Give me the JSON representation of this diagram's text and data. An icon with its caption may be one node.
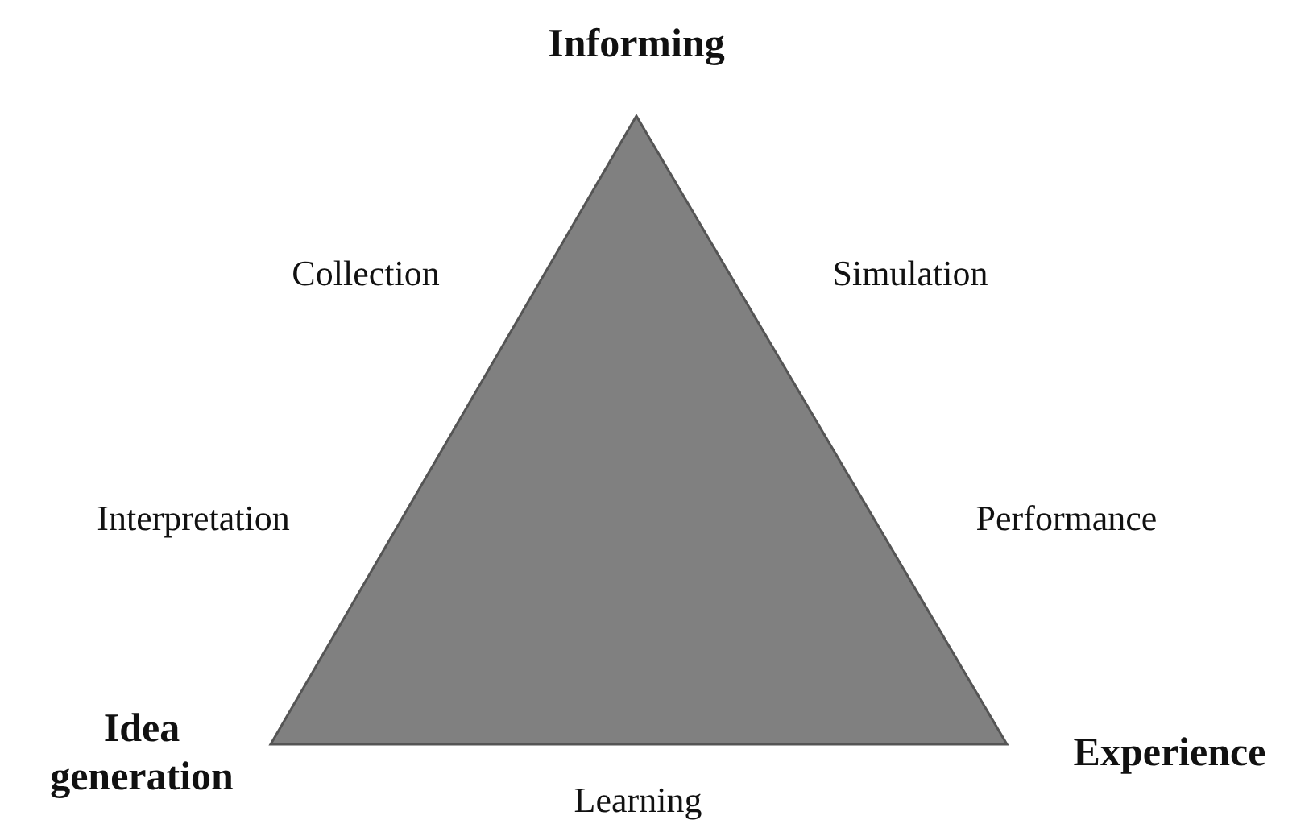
{
  "diagram": {
    "labels": [
      "Informing",
      "Collection",
      "Simulation",
      "Interpretation",
      "Performance",
      "Idea generation",
      "Experience",
      "Learning"
    ]
  }
}
